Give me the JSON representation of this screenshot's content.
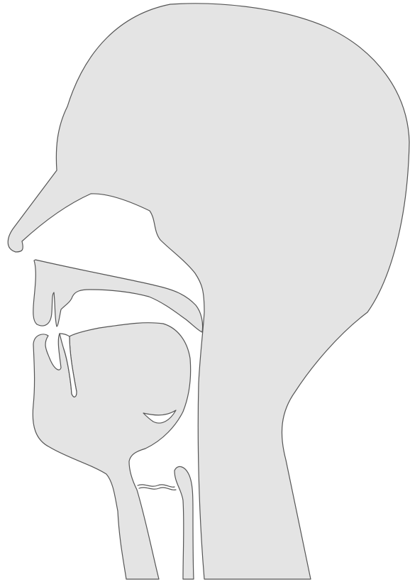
{
  "diagram": {
    "kind": "midsagittal-head-vocal-tract",
    "labels": [],
    "colors": {
      "background": "#ffffff",
      "tissue_fill": "#e4e4e4",
      "outline": "#555555"
    },
    "structures": [
      "skull-and-posterior-head",
      "nose",
      "upper-lip",
      "upper-teeth",
      "hard-and-soft-palate",
      "lower-lip",
      "lower-teeth",
      "tongue",
      "jaw-and-neck",
      "epiglottis",
      "vocal-folds",
      "pharynx-wall",
      "esophagus-wall"
    ]
  }
}
